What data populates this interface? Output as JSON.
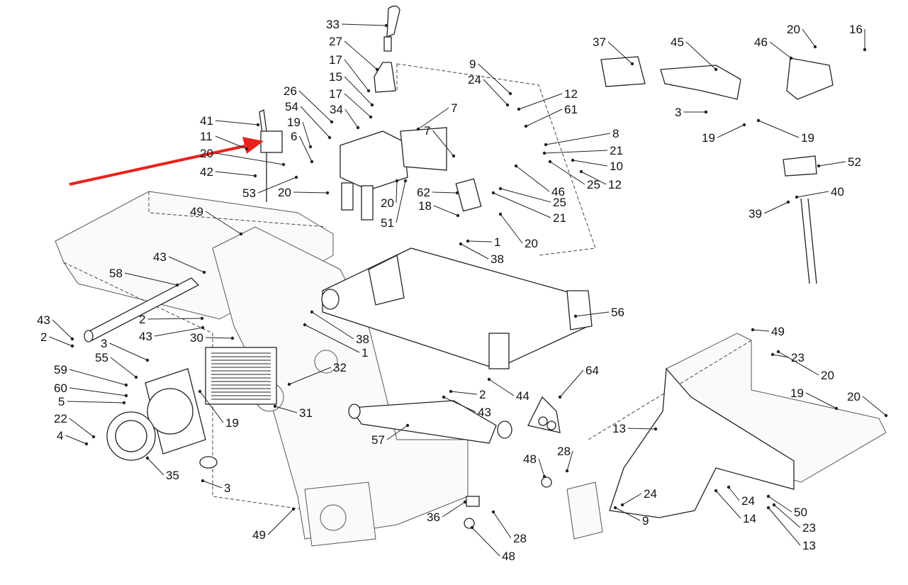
{
  "diagram": {
    "title": "Loader frame & control assembly exploded parts diagram",
    "highlight_arrow": {
      "color": "#e8221b",
      "points_to": "11"
    },
    "callouts": [
      {
        "id": "c33",
        "text": "33"
      },
      {
        "id": "c27",
        "text": "27"
      },
      {
        "id": "c17a",
        "text": "17"
      },
      {
        "id": "c15",
        "text": "15"
      },
      {
        "id": "c17b",
        "text": "17"
      },
      {
        "id": "c34",
        "text": "34"
      },
      {
        "id": "c26",
        "text": "26"
      },
      {
        "id": "c54",
        "text": "54"
      },
      {
        "id": "c19a",
        "text": "19"
      },
      {
        "id": "c6",
        "text": "6"
      },
      {
        "id": "c41",
        "text": "41"
      },
      {
        "id": "c11",
        "text": "11"
      },
      {
        "id": "c20a",
        "text": "20"
      },
      {
        "id": "c42",
        "text": "42"
      },
      {
        "id": "c53",
        "text": "53"
      },
      {
        "id": "c20b",
        "text": "20"
      },
      {
        "id": "c20c",
        "text": "20"
      },
      {
        "id": "c51",
        "text": "51"
      },
      {
        "id": "c62",
        "text": "62"
      },
      {
        "id": "c18",
        "text": "18"
      },
      {
        "id": "c7a",
        "text": "7"
      },
      {
        "id": "c7b",
        "text": "7"
      },
      {
        "id": "c9a",
        "text": "9"
      },
      {
        "id": "c24a",
        "text": "24"
      },
      {
        "id": "c12a",
        "text": "12"
      },
      {
        "id": "c61",
        "text": "61"
      },
      {
        "id": "c8",
        "text": "8"
      },
      {
        "id": "c21a",
        "text": "21"
      },
      {
        "id": "c10",
        "text": "10"
      },
      {
        "id": "c25a",
        "text": "25"
      },
      {
        "id": "c12b",
        "text": "12"
      },
      {
        "id": "c46a",
        "text": "46"
      },
      {
        "id": "c25b",
        "text": "25"
      },
      {
        "id": "c21b",
        "text": "21"
      },
      {
        "id": "c20d",
        "text": "20"
      },
      {
        "id": "c1a",
        "text": "1"
      },
      {
        "id": "c38a",
        "text": "38"
      },
      {
        "id": "c37",
        "text": "37"
      },
      {
        "id": "c45",
        "text": "45"
      },
      {
        "id": "c46b",
        "text": "46"
      },
      {
        "id": "c20e",
        "text": "20"
      },
      {
        "id": "c16",
        "text": "16"
      },
      {
        "id": "c3a",
        "text": "3"
      },
      {
        "id": "c19b",
        "text": "19"
      },
      {
        "id": "c19c",
        "text": "19"
      },
      {
        "id": "c52",
        "text": "52"
      },
      {
        "id": "c39",
        "text": "39"
      },
      {
        "id": "c40",
        "text": "40"
      },
      {
        "id": "c49a",
        "text": "49"
      },
      {
        "id": "c43a",
        "text": "43"
      },
      {
        "id": "c58",
        "text": "58"
      },
      {
        "id": "c2a",
        "text": "2"
      },
      {
        "id": "c43b",
        "text": "43"
      },
      {
        "id": "c43c",
        "text": "43"
      },
      {
        "id": "c2b",
        "text": "2"
      },
      {
        "id": "c30",
        "text": "30"
      },
      {
        "id": "c3b",
        "text": "3"
      },
      {
        "id": "c55",
        "text": "55"
      },
      {
        "id": "c59",
        "text": "59"
      },
      {
        "id": "c60",
        "text": "60"
      },
      {
        "id": "c5",
        "text": "5"
      },
      {
        "id": "c22",
        "text": "22"
      },
      {
        "id": "c4",
        "text": "4"
      },
      {
        "id": "c19d",
        "text": "19"
      },
      {
        "id": "c31",
        "text": "31"
      },
      {
        "id": "c35",
        "text": "35"
      },
      {
        "id": "c3c",
        "text": "3"
      },
      {
        "id": "c49b",
        "text": "49"
      },
      {
        "id": "c38b",
        "text": "38"
      },
      {
        "id": "c1b",
        "text": "1"
      },
      {
        "id": "c32",
        "text": "32"
      },
      {
        "id": "c56",
        "text": "56"
      },
      {
        "id": "c44",
        "text": "44"
      },
      {
        "id": "c2c",
        "text": "2"
      },
      {
        "id": "c43d",
        "text": "43"
      },
      {
        "id": "c57",
        "text": "57"
      },
      {
        "id": "c64",
        "text": "64"
      },
      {
        "id": "c48a",
        "text": "48"
      },
      {
        "id": "c28a",
        "text": "28"
      },
      {
        "id": "c36",
        "text": "36"
      },
      {
        "id": "c28b",
        "text": "28"
      },
      {
        "id": "c48b",
        "text": "48"
      },
      {
        "id": "c49c",
        "text": "49"
      },
      {
        "id": "c23a",
        "text": "23"
      },
      {
        "id": "c20f",
        "text": "20"
      },
      {
        "id": "c19e",
        "text": "19"
      },
      {
        "id": "c20g",
        "text": "20"
      },
      {
        "id": "c13a",
        "text": "13"
      },
      {
        "id": "c24b",
        "text": "24"
      },
      {
        "id": "c9b",
        "text": "9"
      },
      {
        "id": "c24c",
        "text": "24"
      },
      {
        "id": "c14",
        "text": "14"
      },
      {
        "id": "c50",
        "text": "50"
      },
      {
        "id": "c23b",
        "text": "23"
      },
      {
        "id": "c13b",
        "text": "13"
      }
    ]
  }
}
